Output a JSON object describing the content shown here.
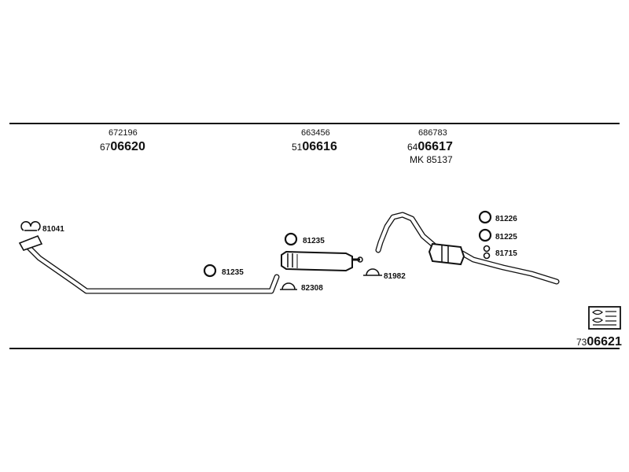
{
  "header_groups": [
    {
      "code": "672196",
      "prefix": "67",
      "main": "06620"
    },
    {
      "code": "663456",
      "prefix": "51",
      "main": "06616"
    },
    {
      "code": "686783",
      "prefix": "64",
      "main": "06617",
      "extra": "MK 85137"
    }
  ],
  "parts": {
    "clamp_81041": "81041",
    "ring_81235_front": "81235",
    "ring_81235_mid": "81235",
    "clamp_82308": "82308",
    "clamp_81982": "81982",
    "ring_81226": "81226",
    "ring_81225": "81225",
    "hanger_81715": "81715"
  },
  "kit": {
    "prefix": "73",
    "main": "06621"
  },
  "colors": {
    "line": "#111111",
    "background": "#ffffff"
  }
}
